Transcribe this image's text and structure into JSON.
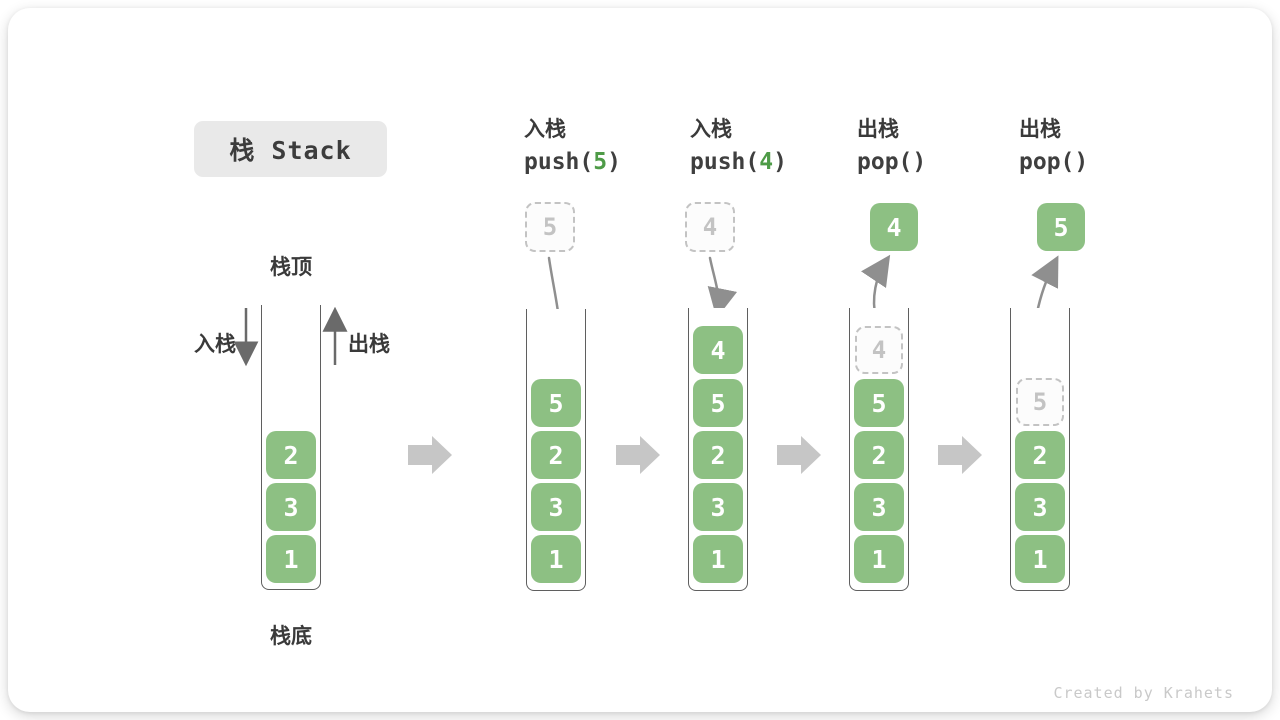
{
  "title": "栈 Stack",
  "watermark": "Created by Krahets",
  "labels": {
    "stack_top": "栈顶",
    "stack_bottom": "栈底",
    "push_arrow": "入栈",
    "pop_arrow": "出栈"
  },
  "operations": [
    {
      "name": "入栈",
      "code_pre": "push(",
      "arg": "5",
      "code_post": ")"
    },
    {
      "name": "入栈",
      "code_pre": "push(",
      "arg": "4",
      "code_post": ")"
    },
    {
      "name": "出栈",
      "code_pre": "pop(",
      "arg": "",
      "code_post": ")"
    },
    {
      "name": "出栈",
      "code_pre": "pop(",
      "arg": "",
      "code_post": ")"
    }
  ],
  "stacks": [
    {
      "blocks": [
        "2",
        "3",
        "1"
      ]
    },
    {
      "incoming": "5",
      "blocks": [
        "5",
        "2",
        "3",
        "1"
      ]
    },
    {
      "incoming": "4",
      "blocks": [
        "4",
        "5",
        "2",
        "3",
        "1"
      ]
    },
    {
      "popped": "4",
      "placeholder": "4",
      "blocks": [
        "5",
        "2",
        "3",
        "1"
      ]
    },
    {
      "popped": "5",
      "placeholder": "5",
      "blocks": [
        "2",
        "3",
        "1"
      ]
    }
  ],
  "colors": {
    "block_green": "#8dc083",
    "code_green": "#4e9b47",
    "curved_arrow_gray": "#8f8f8f",
    "straight_arrow_gray": "#6a6a6a",
    "flow_arrow_gray": "#c6c6c6",
    "title_box_bg": "#e9e9e9",
    "text_dark": "#3a3a3a",
    "ghost_gray": "#c3c3c3"
  }
}
